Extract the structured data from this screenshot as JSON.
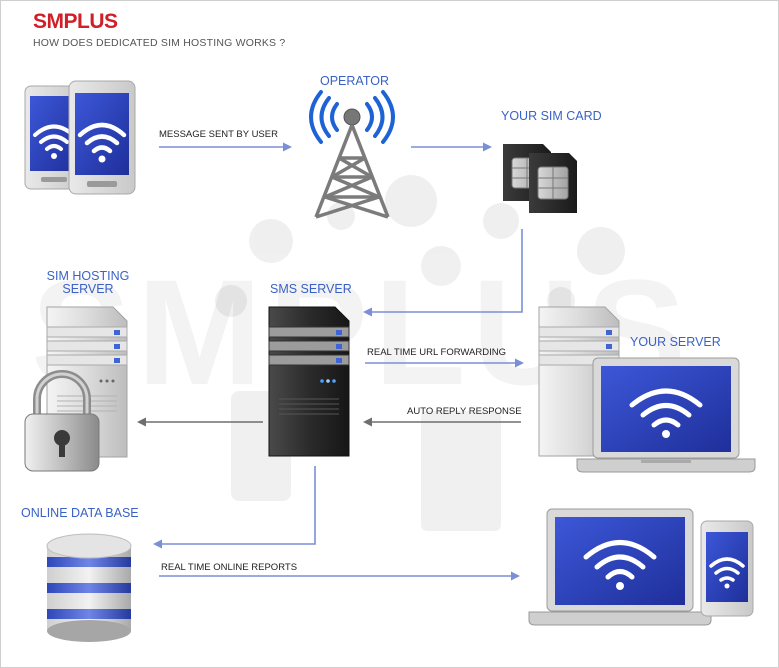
{
  "brand": "SMPLUS",
  "subtitle": "HOW DOES DEDICATED SIM HOSTING WORKS ?",
  "nodes": {
    "operator": "OPERATOR",
    "sim_card": "YOUR SIM CARD",
    "sim_hosting_line1": "SIM HOSTING",
    "sim_hosting_line2": "SERVER",
    "sms_server": "SMS SERVER",
    "your_server": "YOUR SERVER",
    "database": "ONLINE DATA BASE"
  },
  "flows": {
    "message_sent": "MESSAGE SENT BY USER",
    "url_forwarding": "REAL TIME URL FORWARDING",
    "auto_reply": "AUTO REPLY RESPONSE",
    "reports": "REAL TIME ONLINE REPORTS"
  },
  "colors": {
    "brand": "#d01f27",
    "accent": "#3a62c6",
    "arrow_blue": "#7a8fd6",
    "arrow_gray": "#6e6e6e",
    "screen_blue": "#2f46c8"
  }
}
